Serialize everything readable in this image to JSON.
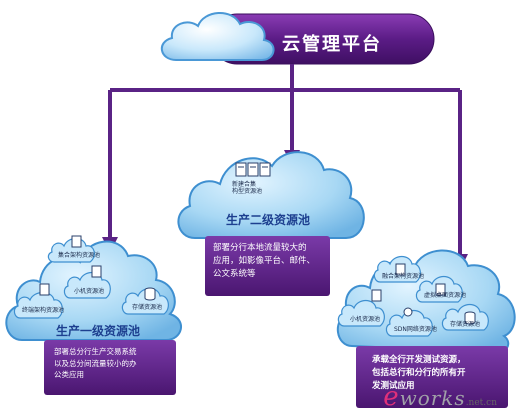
{
  "platform": {
    "title": "云管理平台"
  },
  "pools": {
    "tier2": {
      "title": "生产二级资源池",
      "icon_label": "新建合集构型资源池",
      "description_lines": [
        "部署分行本地流量较大的",
        "应用，如影像平台、邮件、",
        "公文系统等"
      ]
    },
    "tier1": {
      "title": "生产一级资源池",
      "sub_labels": [
        "集合架构资源池",
        "终端架构资源池",
        "小机资源池",
        "存储资源池"
      ],
      "description_lines": [
        "部署总分行生产交易系统",
        "以及总分间流量较小的办",
        "公类应用"
      ]
    },
    "test": {
      "sub_labels": [
        "融合架构资源池",
        "虚拟桌面资源池",
        "小机资源池",
        "SDN网络资源池",
        "存储资源池"
      ],
      "description_lines": [
        "承载全行开发测试资源，",
        "包括总行和分行的所有开",
        "发测试应用"
      ]
    }
  },
  "watermark": {
    "prefix": "e",
    "word": "works",
    "suffix": ".net.cn"
  },
  "colors": {
    "purple": "#6a2c91",
    "cloud_fill": "#9ad0ef",
    "cloud_edge": "#3e8fd0",
    "title_text": "#1d3f8f"
  }
}
